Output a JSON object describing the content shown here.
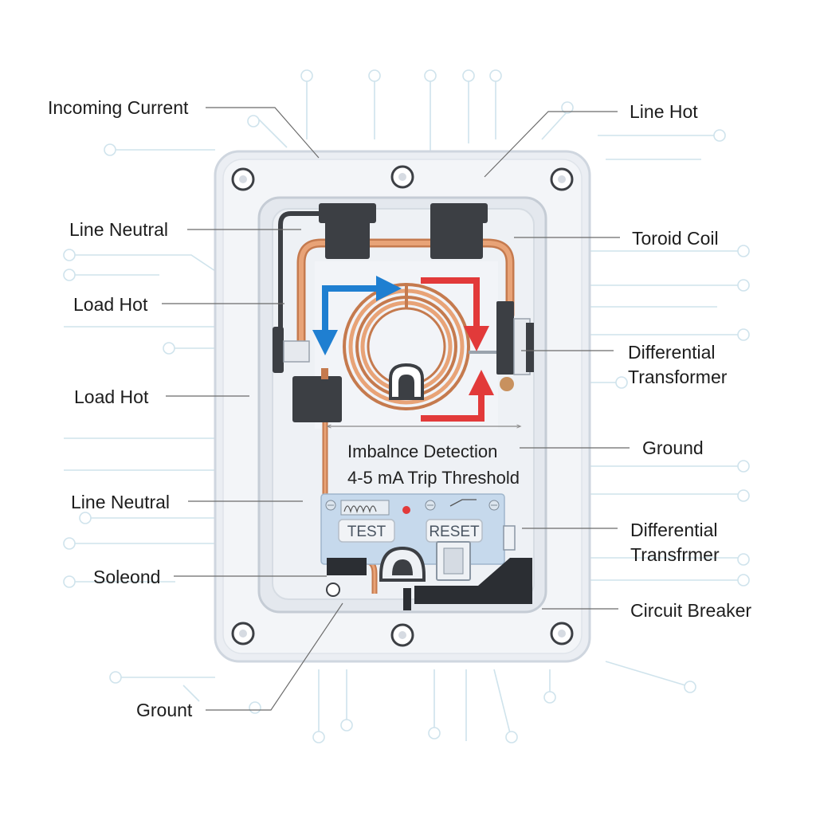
{
  "labels": {
    "incoming_current": "Incoming Current",
    "line_hot": "Line Hot",
    "line_neutral_top": "Line Neutral",
    "toroid_coil": "Toroid Coil",
    "load_hot_1": "Load Hot",
    "differential_transformer_1": [
      "Differential",
      "Transformer"
    ],
    "load_hot_2": "Load Hot",
    "ground_right": "Ground",
    "imbalance_detection": "Imbalnce Detection",
    "trip_threshold": "4-5 mA Trip Threshold",
    "line_neutral_bottom": "Line Neutral",
    "differential_transformer_2": [
      "Differential",
      "Transfrmer"
    ],
    "soleond": "Soleond",
    "circuit_breaker": "Circuit Breaker",
    "ground_bottom": "Grount"
  },
  "buttons": {
    "test": "TEST",
    "reset": "RESET"
  },
  "colors": {
    "copper": "#d9895a",
    "flow_blue": "#1f7fd1",
    "flow_red": "#e23a3a",
    "terminal_dark": "#3c3f44",
    "panel_blue": "#c6d9ec",
    "indicator_red": "#e23a3a"
  },
  "icons": [
    "screw-icon",
    "flow-arrow-icon",
    "toroid-coil-icon",
    "indicator-led-icon"
  ]
}
